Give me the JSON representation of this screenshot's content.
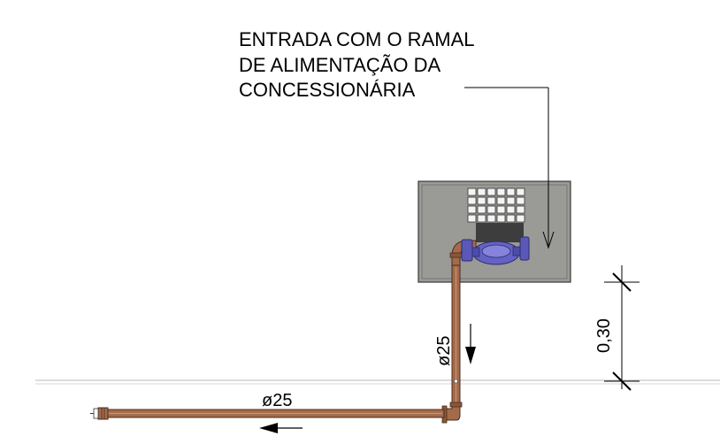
{
  "callout": {
    "line1": "ENTRADA COM O RAMAL",
    "line2": "DE ALIMENTAÇÃO DA",
    "line3": "CONCESSIONÁRIA"
  },
  "pipes": {
    "vertical_diameter": "ø25",
    "horizontal_diameter": "ø25"
  },
  "dimension": {
    "height_label": "0,30"
  },
  "colors": {
    "pipe": "#a46b4a",
    "box_fill": "#9b9b97",
    "meter": "#5a59b8",
    "floor_line": "#c8c8c8"
  }
}
